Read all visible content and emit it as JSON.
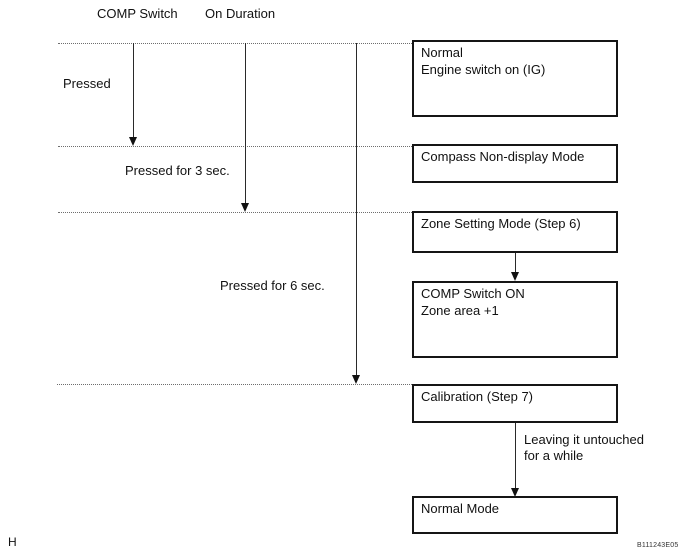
{
  "title_row": {
    "comp_switch": "COMP Switch",
    "on_duration": "On Duration"
  },
  "press_labels": {
    "pressed": "Pressed",
    "pressed_3sec": "Pressed for 3 sec.",
    "pressed_6sec": "Pressed for 6 sec."
  },
  "boxes": {
    "normal": {
      "line1": "Normal",
      "line2": "Engine switch on (IG)"
    },
    "compass_nondisplay": {
      "line1": "Compass Non-display Mode"
    },
    "zone_setting": {
      "line1": "Zone Setting Mode (Step 6)"
    },
    "comp_switch_on": {
      "line1": "COMP Switch ON",
      "line2": "Zone area +1"
    },
    "calibration": {
      "line1": "Calibration (Step 7)"
    },
    "normal_mode": {
      "line1": "Normal Mode"
    }
  },
  "annotations": {
    "leaving_line1": "Leaving it untouched",
    "leaving_line2": "for a while"
  },
  "footer": {
    "page_marker": "H",
    "figure_code": "B111243E05"
  },
  "colors": {
    "line": "#2a2a2a",
    "divider": "#6e6e6e",
    "box_border": "#151515",
    "background": "#ffffff"
  }
}
